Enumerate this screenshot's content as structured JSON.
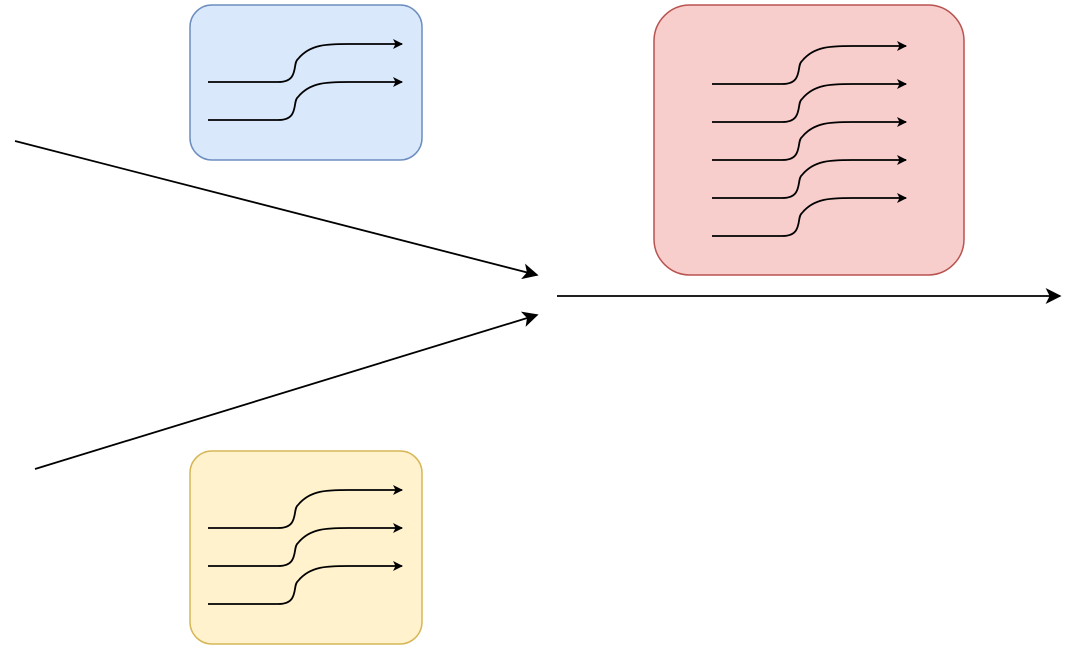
{
  "diagram": {
    "colors": {
      "background": "#ffffff",
      "stroke": "#000000"
    },
    "groups": [
      {
        "id": "top-left",
        "label": "",
        "fill": "#dae8fc",
        "stroke": "#6c8ebf",
        "stream_count": 2
      },
      {
        "id": "bottom-left",
        "label": "",
        "fill": "#fff2cc",
        "stroke": "#d6b656",
        "stream_count": 3
      },
      {
        "id": "right",
        "label": "",
        "fill": "#f8cecc",
        "stroke": "#b85450",
        "stream_count": 5
      }
    ],
    "connections": [
      {
        "id": "upper-input",
        "label": ""
      },
      {
        "id": "lower-input",
        "label": ""
      },
      {
        "id": "output",
        "label": ""
      }
    ]
  }
}
